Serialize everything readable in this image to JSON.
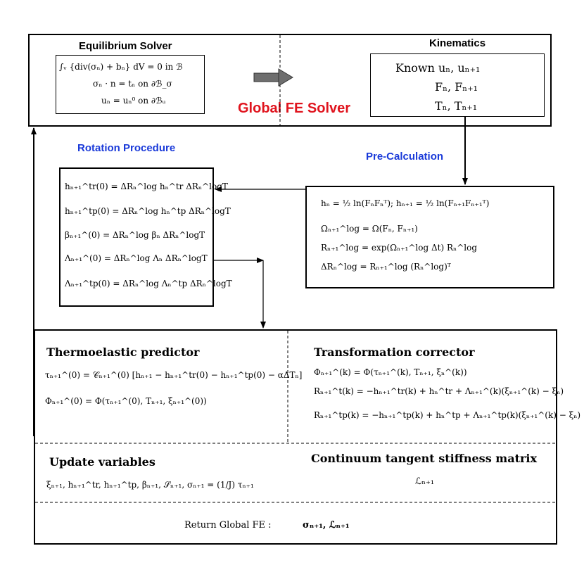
{
  "top": {
    "equilibrium": {
      "title": "Equilibrium Solver",
      "eq1": "∫ᵥ {div(σₙ) + bₙ} dV = 0   in ℬ",
      "eq2": "σₙ · n = tₙ    on ∂ℬ_σ",
      "eq3": "uₙ = uₙ⁰    on ∂ℬᵤ"
    },
    "global_label": "Global FE Solver",
    "kinematics": {
      "title": "Kinematics",
      "line1": "Known uₙ, uₙ₊₁",
      "line2": "Fₙ, Fₙ₊₁",
      "line3": "Tₙ, Tₙ₊₁"
    }
  },
  "rotation": {
    "title": "Rotation Procedure",
    "eqs": [
      "hₙ₊₁^tr(0) = ΔRₙ^log hₙ^tr ΔRₙ^logT",
      "hₙ₊₁^tp(0) = ΔRₙ^log hₙ^tp ΔRₙ^logT",
      "βₙ₊₁^(0) = ΔRₙ^log βₙ ΔRₙ^logT",
      "Λₙ₊₁^(0) = ΔRₙ^log Λₙ ΔRₙ^logT",
      "Λₙ₊₁^tp(0) = ΔRₙ^log Λₙ^tp ΔRₙ^logT"
    ]
  },
  "precalc": {
    "title": "Pre-Calculation",
    "eqs": [
      "hₙ = ½ ln(FₙFₙᵀ);  hₙ₊₁ = ½ ln(Fₙ₊₁Fₙ₊₁ᵀ)",
      "Ωₙ₊₁^log = Ω(Fₙ, Fₙ₊₁)",
      "Rₙ₊₁^log = exp(Ωₙ₊₁^log Δt) Rₙ^log",
      "ΔRₙ^log = Rₙ₊₁^log (Rₙ^log)ᵀ"
    ]
  },
  "bottom": {
    "predictor": {
      "title": "Thermoelastic predictor",
      "eq1": "τₙ₊₁^(0) = 𝒞ₙ₊₁^(0) [hₙ₊₁ − hₙ₊₁^tr(0) − hₙ₊₁^tp(0) − αΔTₙ]",
      "eq2": "Φₙ₊₁^(0) = Φ(τₙ₊₁^(0), Tₙ₊₁, ξₙ₊₁^(0))"
    },
    "corrector": {
      "title": "Transformation corrector",
      "eq1": "Φₙ₊₁^(k) = Φ(τₙ₊₁^(k), Tₙ₊₁, ξₙ^(k))",
      "eq2": "Rₙ₊₁^t(k) = −hₙ₊₁^tr(k) + hₙ^tr + Λₙ₊₁^(k)(ξₙ₊₁^(k) − ξₙ)",
      "eq3": "Rₙ₊₁^tp(k) = −hₙ₊₁^tp(k) + hₙ^tp + Λₙ₊₁^tp(k)(ξₙ₊₁^(k) − ξₙ)"
    },
    "update": {
      "title": "Update variables",
      "eq": "ξₙ₊₁, hₙ₊₁^tr, hₙ₊₁^tp, βₙ₊₁, 𝒮ₙ₊₁, σₙ₊₁ = (1/J) τₙ₊₁"
    },
    "tangent": {
      "title": "Continuum tangent stiffness matrix",
      "eq": "ℒₙ₊₁"
    },
    "return": {
      "label": "Return Global FE :",
      "values": "σₙ₊₁, ℒₙ₊₁"
    }
  },
  "colors": {
    "blue": "#1a3ad9",
    "red": "#e0141e",
    "arrow_fill": "#6e6e6e"
  }
}
